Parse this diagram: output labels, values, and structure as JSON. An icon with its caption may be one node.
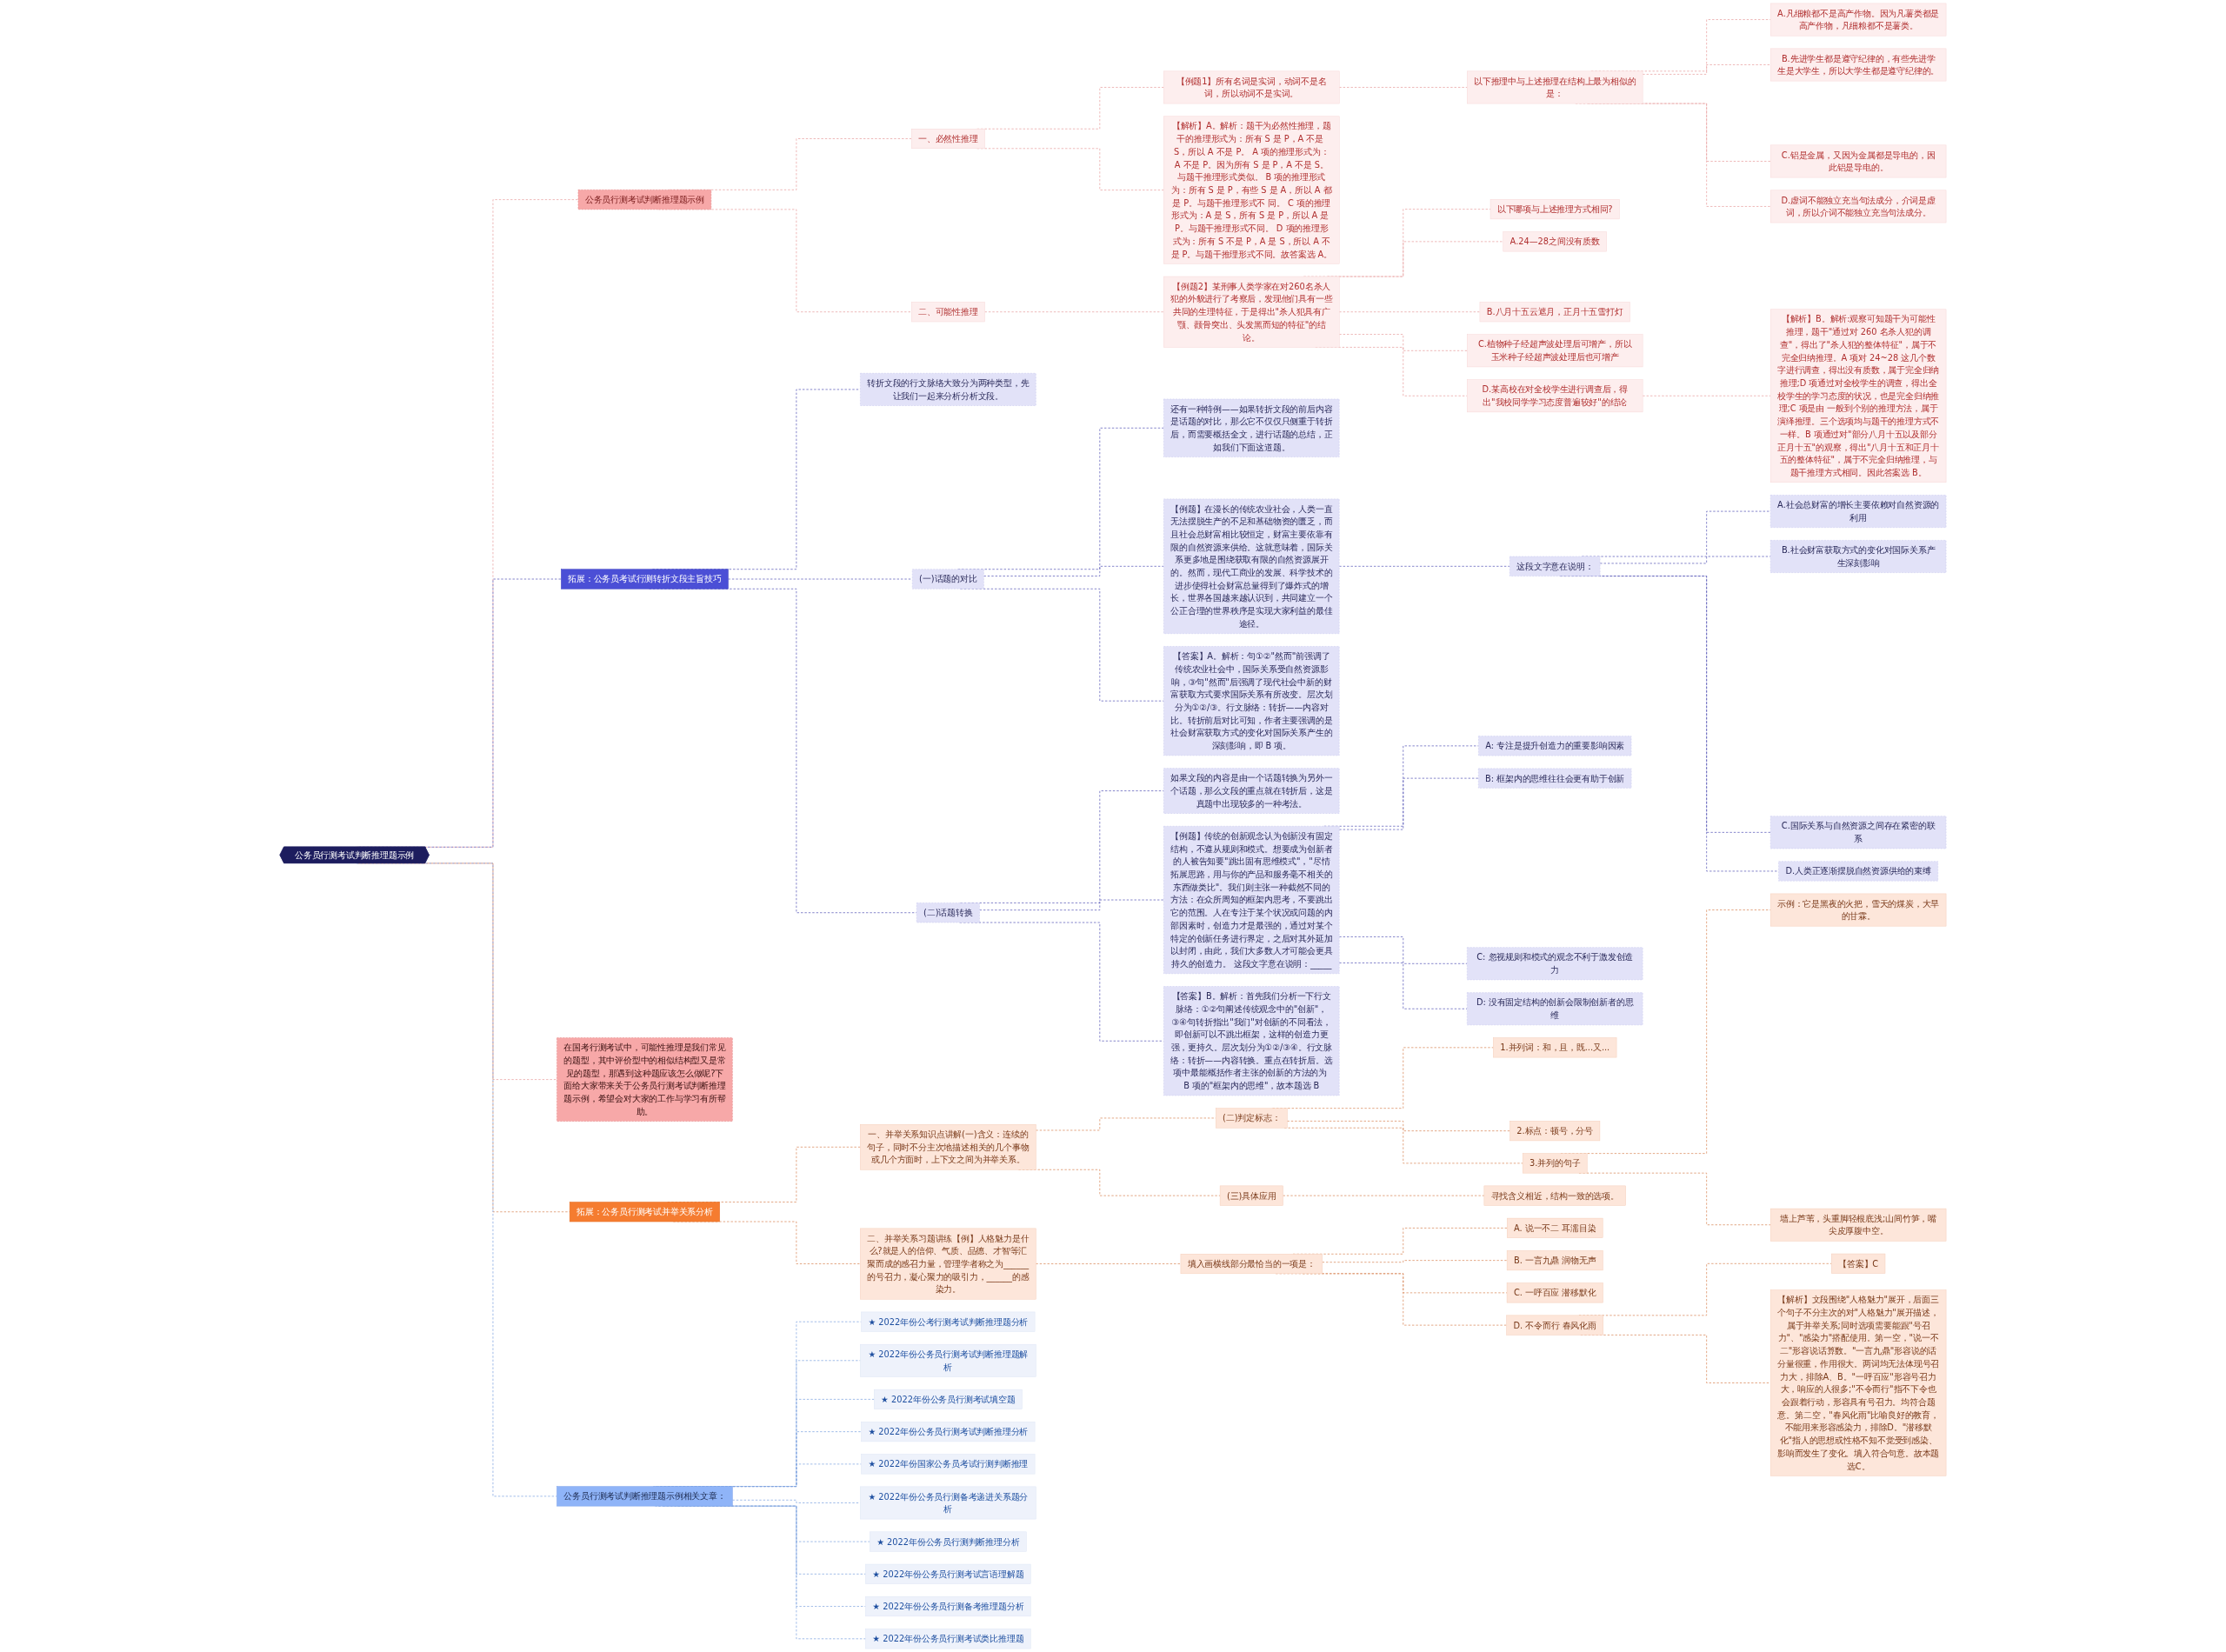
{
  "diagram": {
    "nodes": [
      {
        "text": [
          "公务员行测考试判断推理题示例"
        ]
      },
      {
        "text": [
          "公务员行测考试判断推理题示例"
        ]
      },
      {
        "text": [
          "一、必然性推理"
        ]
      },
      {
        "text": [
          "【例题1】所有名词是实词，动词不是名词，所以动词不是实词。"
        ]
      },
      {
        "text": [
          "以下推理中与上述推理在结构上最为相似的是："
        ]
      },
      {
        "text": [
          "A.凡细粮都不是高产作物。因为凡薯类都是高产作物，凡细粮都不是薯类。"
        ]
      },
      {
        "text": [
          "B.先进学生都是遵守纪律的，有些先进学生是大学生，所以大学生都是遵守纪律的。"
        ]
      },
      {
        "text": [
          "C.铝是金属，又因为金属都是导电的，因此铝是导电的。"
        ]
      },
      {
        "text": [
          "D.虚词不能独立充当句法成分，介词是虚词，所以介词不能独立充当句法成分。"
        ]
      },
      {
        "text": [
          "【解析】A。解析：题干为必然性推理，题干的推理形式为：所有 S 是 P，A 不是 S，所以 A 不是 P。 A 项的推理形式为：A 不是 P。因为所有 S 是 P，A 不是 S。与题干推理形式类似。 B 项的推理形式为：所有 S 是 P，有些 S 是 A，所以 A 都是 P。与题干推理形式不 同。 C 项的推理形式为：A 是 S，所有 S 是 P，所以 A 是 P。与题干推理形式不同。 D 项的推理形式为：所有 S 不是 P，A 是 S，所以 A 不是 P。与题干推理形式不同。故答案选 A。"
        ]
      },
      {
        "text": [
          "二、可能性推理"
        ]
      },
      {
        "text": [
          "【例题2】某刑事人类学家在对260名杀人犯的外貌进行了考察后，发现他们具有一些共同的生理特征，于是得出\"杀人犯具有广颚、颧骨突出、头发黑而短的特征\"的结论。"
        ]
      },
      {
        "text": [
          "以下哪项与上述推理方式相同?"
        ]
      },
      {
        "text": [
          "A.24—28之间没有质数"
        ]
      },
      {
        "text": [
          "B.八月十五云遮月，正月十五雪打灯"
        ]
      },
      {
        "text": [
          "C.植物种子经超声波处理后可增产，所以玉米种子经超声波处理后也可增产"
        ]
      },
      {
        "text": [
          "D.某高校在对全校学生进行调查后，得出\"我校同学学习态度普遍较好\"的结论"
        ]
      },
      {
        "text": [
          "【解析】B。解析:观察可知题干为可能性推理，题干\"通过对 260 名杀人犯的调查\"，得出了\"杀人犯的整体特征\"，属于不完全归纳推理。A 项对 24~28 这几个数字进行调查，得出没有质数，属于完全归纳推理;D 项通过对全校学生的调查，得出全校学生的学习态度的状况，也是完全归纳推理;C 项是由 一般到个别的推理方法，属于演绎推理。三个选项均与题干的推理方式不一样。B 项通过对\"部分八月十五以及部分正月十五\"的观察，得出\"八月十五和正月十五的整体特征\"，属于不完全归纳推理，与题干推理方式相同。因此答案选 B。"
        ]
      },
      {
        "text": [
          "拓展：公务员考试行测转折文段主旨技巧"
        ]
      },
      {
        "text": [
          "转折文段的行文脉络大致分为两种类型，先让我们一起来分析分析文段。"
        ]
      },
      {
        "text": [
          "(一)话题的对比"
        ]
      },
      {
        "text": [
          "还有一种特例——如果转折文段的前后内容是话题的对比，那么它不仅仅只侧重于转折后，而需要概括全文，进行话题的总结，正如我们下面这道题。"
        ]
      },
      {
        "text": [
          "【例题】在漫长的传统农业社会，人类一直无法摆脱生产的不足和基础物资的匮乏，而且社会总财富相比较恒定，财富主要依靠有限的自然资源来供给。这就意味着，国际关系更多地是围绕获取有限的自然资源展开的。然而，现代工商业的发展、科学技术的进步使得社会财富总量得到了爆炸式的增长，世界各国越来越认识到，共同建立一个公正合理的世界秩序是实现大家利益的最佳途径。"
        ]
      },
      {
        "text": [
          "这段文字意在说明："
        ]
      },
      {
        "text": [
          "A.社会总财富的增长主要依赖对自然资源的利用"
        ]
      },
      {
        "text": [
          "B.社会财富获取方式的变化对国际关系产生深刻影响"
        ]
      },
      {
        "text": [
          "C.国际关系与自然资源之间存在紧密的联系"
        ]
      },
      {
        "text": [
          "D.人类正逐渐摆脱自然资源供给的束缚"
        ]
      },
      {
        "text": [
          "【答案】A。解析：句①②\"然而\"前强调了传统农业社会中，国际关系受自然资源影响，③句\"然而\"后强调了现代社会中新的财富获取方式要求国际关系有所改变。层次划分为①②/③。行文脉络：转折——内容对比。转折前后对比可知，作者主要强调的是社会财富获取方式的变化对国际关系产生的深刻影响，即 B 项。"
        ]
      },
      {
        "text": [
          "(二)话题转换"
        ]
      },
      {
        "text": [
          "如果文段的内容是由一个话题转换为另外一个话题，那么文段的重点就在转折后，这是真题中出现较多的一种考法。"
        ]
      },
      {
        "text": [
          "【例题】传统的创新观念认为创新没有固定结构，不遵从规则和模式。想要成为创新者的人被告知要\"跳出固有思维模式\"，\"尽情拓展思路，用与你的产品和服务毫不相关的东西做类比\"。我们则主张一种截然不同的方法：在众所周知的框架内思考，不要跳出它的范围。人在专注于某个状况或问题的内部因素时，创造力才是最强的，通过对某个特定的创新任务进行界定，之后对其外延加以封闭，由此，我们大多数人才可能会更具持久的创造力。 这段文字意在说明：_____"
        ]
      },
      {
        "text": [
          "A: 专注是提升创造力的重要影响因素"
        ]
      },
      {
        "text": [
          "B: 框架内的思维往往会更有助于创新"
        ]
      },
      {
        "text": [
          "C: 忽视规则和模式的观念不利于激发创造力"
        ]
      },
      {
        "text": [
          "D: 没有固定结构的创新会限制创新者的思维"
        ]
      },
      {
        "text": [
          "【答案】B。解析：首先我们分析一下行文脉络：①②句阐述传统观念中的\"创新\"，③④句转折指出\"我们\"对创新的不同看法，即创新可以不跳出框架，这样的创造力更强，更持久。层次划分为①②/③④。行文脉络：转折——内容转换。重点在转折后。选项中最能概括作者主张的创新的方法的为 B 项的\"框架内的思维\"，故本题选 B"
        ]
      },
      {
        "text": [
          "在国考行测考试中，可能性推理是我们常见的题型，其中评价型中的相似结构型又是常见的题型，那遇到这种题应该怎么做呢?下面给大家带来关于公务员行测考试判断推理题示例，希望会对大家的工作与学习有所帮助。"
        ]
      },
      {
        "text": [
          "拓展：公务员行测考试并举关系分析"
        ]
      },
      {
        "text": [
          "一、并举关系知识点讲解(一)含义：连续的句子，同时不分主次地描述相关的几个事物或几个方面时，上下文之间为并举关系。"
        ]
      },
      {
        "text": [
          "(二)判定标志："
        ]
      },
      {
        "text": [
          "1.并列词：和，且，既...又..."
        ]
      },
      {
        "text": [
          "2.标点：顿号，分号"
        ]
      },
      {
        "text": [
          "3.并列的句子"
        ]
      },
      {
        "text": [
          "示例：它是黑夜的火把，雪天的煤炭，大旱的甘霖。"
        ]
      },
      {
        "text": [
          "墙上芦苇，头重脚轻根底浅;山间竹笋，嘴尖皮厚腹中空。"
        ]
      },
      {
        "text": [
          "(三)具体应用"
        ]
      },
      {
        "text": [
          "寻找含义相近，结构一致的选项。"
        ]
      },
      {
        "text": [
          "二、并举关系习题讲练【例】人格魅力是什么?就是人的信仰、气质、品德、才智等汇聚而成的感召力量，管理学者称之为______的号召力，凝心聚力的吸引力，______的感染力。"
        ]
      },
      {
        "text": [
          "填入画横线部分最恰当的一项是："
        ]
      },
      {
        "text": [
          "A. 说一不二 耳濡目染"
        ]
      },
      {
        "text": [
          "B. 一言九鼎 润物无声"
        ]
      },
      {
        "text": [
          "C. 一呼百应 潜移默化"
        ]
      },
      {
        "text": [
          "D. 不令而行 春风化雨"
        ]
      },
      {
        "text": [
          "【答案】C"
        ]
      },
      {
        "text": [
          "【解析】文段围绕\"人格魅力\"展开，后面三个句子不分主次的对\"人格魅力\"展开描述，属于并举关系;同时选项需要能跟\"号召力\"、\"感染力\"搭配使用。第一空，\"说一不二\"形容说话算数。\"一言九鼎\"形容说的话分量很重，作用很大。两词均无法体现号召力大，排除A、B。\"一呼百应\"形容号召力大，响应的人很多;\"不令而行\"指不下令也会跟着行动，形容具有号召力。均符合题意。第二空，\"春风化雨\"比喻良好的教育，不能用来形容感染力，排除D。\"潜移默化\"指人的思想或性格不知不觉受到感染、影响而发生了变化。填入符合句意。故本题选C。"
        ]
      },
      {
        "text": [
          "公务员行测考试判断推理题示例相关文章："
        ]
      },
      {
        "text": [
          "★ 2022年份公考行测考试判断推理题分析"
        ]
      },
      {
        "text": [
          "★ 2022年份公务员行测考试判断推理题解析"
        ]
      },
      {
        "text": [
          "★ 2022年份公务员行测考试填空题"
        ]
      },
      {
        "text": [
          "★ 2022年份公务员行测考试判断推理分析"
        ]
      },
      {
        "text": [
          "★ 2022年份国家公务员考试行测判断推理"
        ]
      },
      {
        "text": [
          "★ 2022年份公务员行测备考递进关系题分析"
        ]
      },
      {
        "text": [
          "★ 2022年份公务员行测判断推理分析"
        ]
      },
      {
        "text": [
          "★ 2022年份公务员行测考试言语理解题"
        ]
      },
      {
        "text": [
          "★ 2022年份公务员行测备考推理题分析"
        ]
      },
      {
        "text": [
          "★ 2022年份公务员行测考试类比推理题"
        ]
      }
    ],
    "edges": [
      {
        "from": 0,
        "to": 1,
        "arrow": "none",
        "style": "dashed",
        "color": "#e8a0a0"
      },
      {
        "from": 1,
        "to": 2,
        "arrow": "none",
        "style": "dashed",
        "color": "#e8a0a0"
      },
      {
        "from": 2,
        "to": 3,
        "arrow": "none",
        "style": "dashed",
        "color": "#e8a0a0"
      },
      {
        "from": 3,
        "to": 4,
        "arrow": "none",
        "style": "dashed",
        "color": "#e8a0a0"
      },
      {
        "from": 4,
        "to": 5,
        "arrow": "none",
        "style": "dashed",
        "color": "#e8a0a0"
      },
      {
        "from": 4,
        "to": 6,
        "arrow": "none",
        "style": "dashed",
        "color": "#e8a0a0"
      },
      {
        "from": 4,
        "to": 7,
        "arrow": "none",
        "style": "dashed",
        "color": "#e8a0a0"
      },
      {
        "from": 4,
        "to": 8,
        "arrow": "none",
        "style": "dashed",
        "color": "#e8a0a0"
      },
      {
        "from": 2,
        "to": 9,
        "arrow": "none",
        "style": "dashed",
        "color": "#e8a0a0"
      },
      {
        "from": 1,
        "to": 10,
        "arrow": "none",
        "style": "dashed",
        "color": "#e8a0a0"
      },
      {
        "from": 10,
        "to": 11,
        "arrow": "none",
        "style": "dashed",
        "color": "#e8a0a0"
      },
      {
        "from": 11,
        "to": 12,
        "arrow": "none",
        "style": "dashed",
        "color": "#e8a0a0"
      },
      {
        "from": 11,
        "to": 13,
        "arrow": "none",
        "style": "dashed",
        "color": "#e8a0a0"
      },
      {
        "from": 11,
        "to": 14,
        "arrow": "none",
        "style": "dashed",
        "color": "#e8a0a0"
      },
      {
        "from": 11,
        "to": 15,
        "arrow": "none",
        "style": "dashed",
        "color": "#e8a0a0"
      },
      {
        "from": 11,
        "to": 16,
        "arrow": "none",
        "style": "dashed",
        "color": "#e8a0a0"
      },
      {
        "from": 16,
        "to": 17,
        "arrow": "none",
        "style": "dashed",
        "color": "#e8a0a0"
      },
      {
        "from": 0,
        "to": 18,
        "arrow": "none",
        "style": "dashed",
        "color": "#5a5ab8"
      },
      {
        "from": 18,
        "to": 19,
        "arrow": "none",
        "style": "dashed",
        "color": "#5a5ab8"
      },
      {
        "from": 18,
        "to": 20,
        "arrow": "none",
        "style": "dashed",
        "color": "#5a5ab8"
      },
      {
        "from": 20,
        "to": 21,
        "arrow": "none",
        "style": "dashed",
        "color": "#5a5ab8"
      },
      {
        "from": 20,
        "to": 22,
        "arrow": "none",
        "style": "dashed",
        "color": "#5a5ab8"
      },
      {
        "from": 22,
        "to": 23,
        "arrow": "none",
        "style": "dashed",
        "color": "#5a5ab8"
      },
      {
        "from": 23,
        "to": 24,
        "arrow": "none",
        "style": "dashed",
        "color": "#5a5ab8"
      },
      {
        "from": 23,
        "to": 25,
        "arrow": "none",
        "style": "dashed",
        "color": "#5a5ab8"
      },
      {
        "from": 23,
        "to": 26,
        "arrow": "none",
        "style": "dashed",
        "color": "#5a5ab8"
      },
      {
        "from": 23,
        "to": 27,
        "arrow": "none",
        "style": "dashed",
        "color": "#5a5ab8"
      },
      {
        "from": 20,
        "to": 28,
        "arrow": "none",
        "style": "dashed",
        "color": "#5a5ab8"
      },
      {
        "from": 18,
        "to": 29,
        "arrow": "none",
        "style": "dashed",
        "color": "#5a5ab8"
      },
      {
        "from": 29,
        "to": 30,
        "arrow": "none",
        "style": "dashed",
        "color": "#5a5ab8"
      },
      {
        "from": 29,
        "to": 31,
        "arrow": "none",
        "style": "dashed",
        "color": "#5a5ab8"
      },
      {
        "from": 31,
        "to": 32,
        "arrow": "none",
        "style": "dashed",
        "color": "#5a5ab8"
      },
      {
        "from": 31,
        "to": 33,
        "arrow": "none",
        "style": "dashed",
        "color": "#5a5ab8"
      },
      {
        "from": 31,
        "to": 34,
        "arrow": "none",
        "style": "dashed",
        "color": "#5a5ab8"
      },
      {
        "from": 31,
        "to": 35,
        "arrow": "none",
        "style": "dashed",
        "color": "#5a5ab8"
      },
      {
        "from": 29,
        "to": 36,
        "arrow": "none",
        "style": "dashed",
        "color": "#5a5ab8"
      },
      {
        "from": 0,
        "to": 37,
        "arrow": "none",
        "style": "dashed",
        "color": "#e8a0a0"
      },
      {
        "from": 0,
        "to": 38,
        "arrow": "none",
        "style": "dashed",
        "color": "#d9885a"
      },
      {
        "from": 38,
        "to": 39,
        "arrow": "none",
        "style": "dashed",
        "color": "#d9885a"
      },
      {
        "from": 39,
        "to": 40,
        "arrow": "none",
        "style": "dashed",
        "color": "#d9885a"
      },
      {
        "from": 40,
        "to": 41,
        "arrow": "none",
        "style": "dashed",
        "color": "#d9885a"
      },
      {
        "from": 40,
        "to": 42,
        "arrow": "none",
        "style": "dashed",
        "color": "#d9885a"
      },
      {
        "from": 40,
        "to": 43,
        "arrow": "none",
        "style": "dashed",
        "color": "#d9885a"
      },
      {
        "from": 43,
        "to": 44,
        "arrow": "none",
        "style": "dashed",
        "color": "#d9885a"
      },
      {
        "from": 43,
        "to": 45,
        "arrow": "none",
        "style": "dashed",
        "color": "#d9885a"
      },
      {
        "from": 39,
        "to": 46,
        "arrow": "none",
        "style": "dashed",
        "color": "#d9885a"
      },
      {
        "from": 46,
        "to": 47,
        "arrow": "none",
        "style": "dashed",
        "color": "#d9885a"
      },
      {
        "from": 38,
        "to": 48,
        "arrow": "none",
        "style": "dashed",
        "color": "#d9885a"
      },
      {
        "from": 48,
        "to": 49,
        "arrow": "none",
        "style": "dashed",
        "color": "#d9885a"
      },
      {
        "from": 49,
        "to": 50,
        "arrow": "none",
        "style": "dashed",
        "color": "#d9885a"
      },
      {
        "from": 49,
        "to": 51,
        "arrow": "none",
        "style": "dashed",
        "color": "#d9885a"
      },
      {
        "from": 49,
        "to": 52,
        "arrow": "none",
        "style": "dashed",
        "color": "#d9885a"
      },
      {
        "from": 49,
        "to": 53,
        "arrow": "none",
        "style": "dashed",
        "color": "#d9885a"
      },
      {
        "from": 53,
        "to": 54,
        "arrow": "none",
        "style": "dashed",
        "color": "#d9885a"
      },
      {
        "from": 53,
        "to": 55,
        "arrow": "none",
        "style": "dashed",
        "color": "#d9885a"
      },
      {
        "from": 0,
        "to": 56,
        "arrow": "none",
        "style": "dashed",
        "color": "#7fa3e0"
      },
      {
        "from": 56,
        "to": 57,
        "arrow": "none",
        "style": "dashed",
        "color": "#7fa3e0"
      },
      {
        "from": 56,
        "to": 58,
        "arrow": "none",
        "style": "dashed",
        "color": "#7fa3e0"
      },
      {
        "from": 56,
        "to": 59,
        "arrow": "none",
        "style": "dashed",
        "color": "#7fa3e0"
      },
      {
        "from": 56,
        "to": 60,
        "arrow": "none",
        "style": "dashed",
        "color": "#7fa3e0"
      },
      {
        "from": 56,
        "to": 61,
        "arrow": "none",
        "style": "dashed",
        "color": "#7fa3e0"
      },
      {
        "from": 56,
        "to": 62,
        "arrow": "none",
        "style": "dashed",
        "color": "#7fa3e0"
      },
      {
        "from": 56,
        "to": 63,
        "arrow": "none",
        "style": "dashed",
        "color": "#7fa3e0"
      },
      {
        "from": 56,
        "to": 64,
        "arrow": "none",
        "style": "dashed",
        "color": "#7fa3e0"
      },
      {
        "from": 56,
        "to": 65,
        "arrow": "none",
        "style": "dashed",
        "color": "#7fa3e0"
      },
      {
        "from": 56,
        "to": 66,
        "arrow": "none",
        "style": "dashed",
        "color": "#7fa3e0"
      }
    ]
  }
}
